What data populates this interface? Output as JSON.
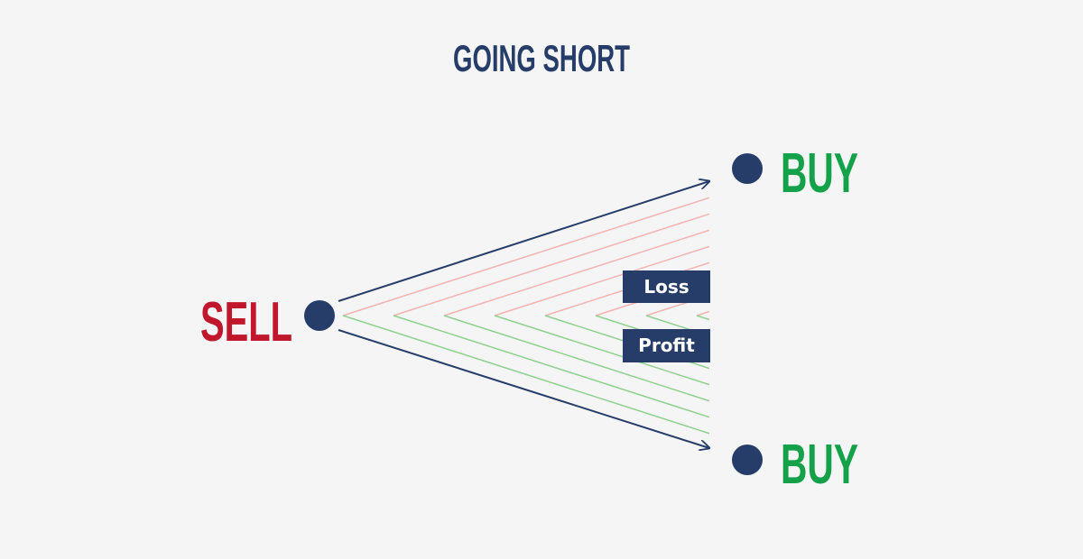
{
  "title": "GOING SHORT",
  "labels": {
    "sell": "SELL",
    "buy_top": "BUY",
    "buy_bottom": "BUY",
    "loss": "Loss",
    "profit": "Profit"
  },
  "colors": {
    "background": "#f5f5f5",
    "navy": "#253d68",
    "sell_red": "#c1172c",
    "buy_green": "#13a14a",
    "loss_hatch": "#f3b3b3",
    "profit_hatch": "#8fd08f",
    "box_text": "#ffffff"
  }
}
